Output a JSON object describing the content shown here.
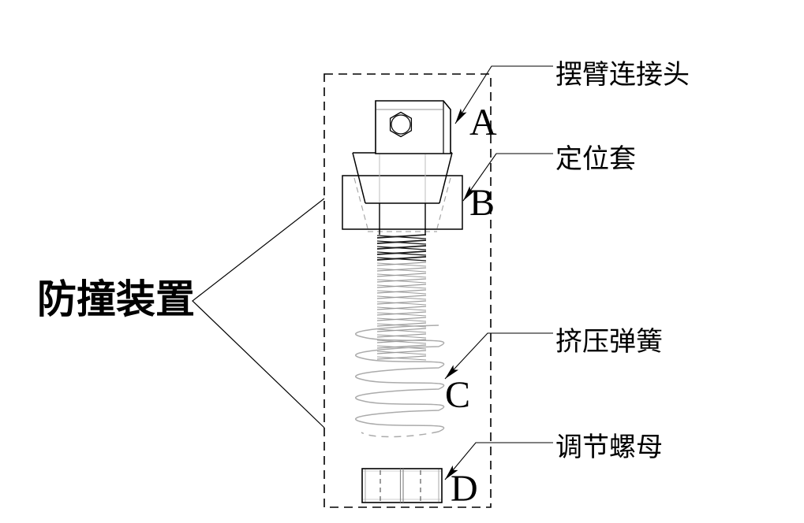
{
  "title": "防撞装置",
  "parts": [
    {
      "label": "摆臂连接头",
      "letter": "A"
    },
    {
      "label": "定位套",
      "letter": "B"
    },
    {
      "label": "挤压弹簧",
      "letter": "C"
    },
    {
      "label": "调节螺母",
      "letter": "D"
    }
  ],
  "colors": {
    "line": "#000000",
    "hidden_line": "#a8a8a8",
    "spring": "#ababab",
    "thread_dark": "#1a1a1a",
    "thread_light": "#9b9b9b",
    "background": "#ffffff"
  }
}
